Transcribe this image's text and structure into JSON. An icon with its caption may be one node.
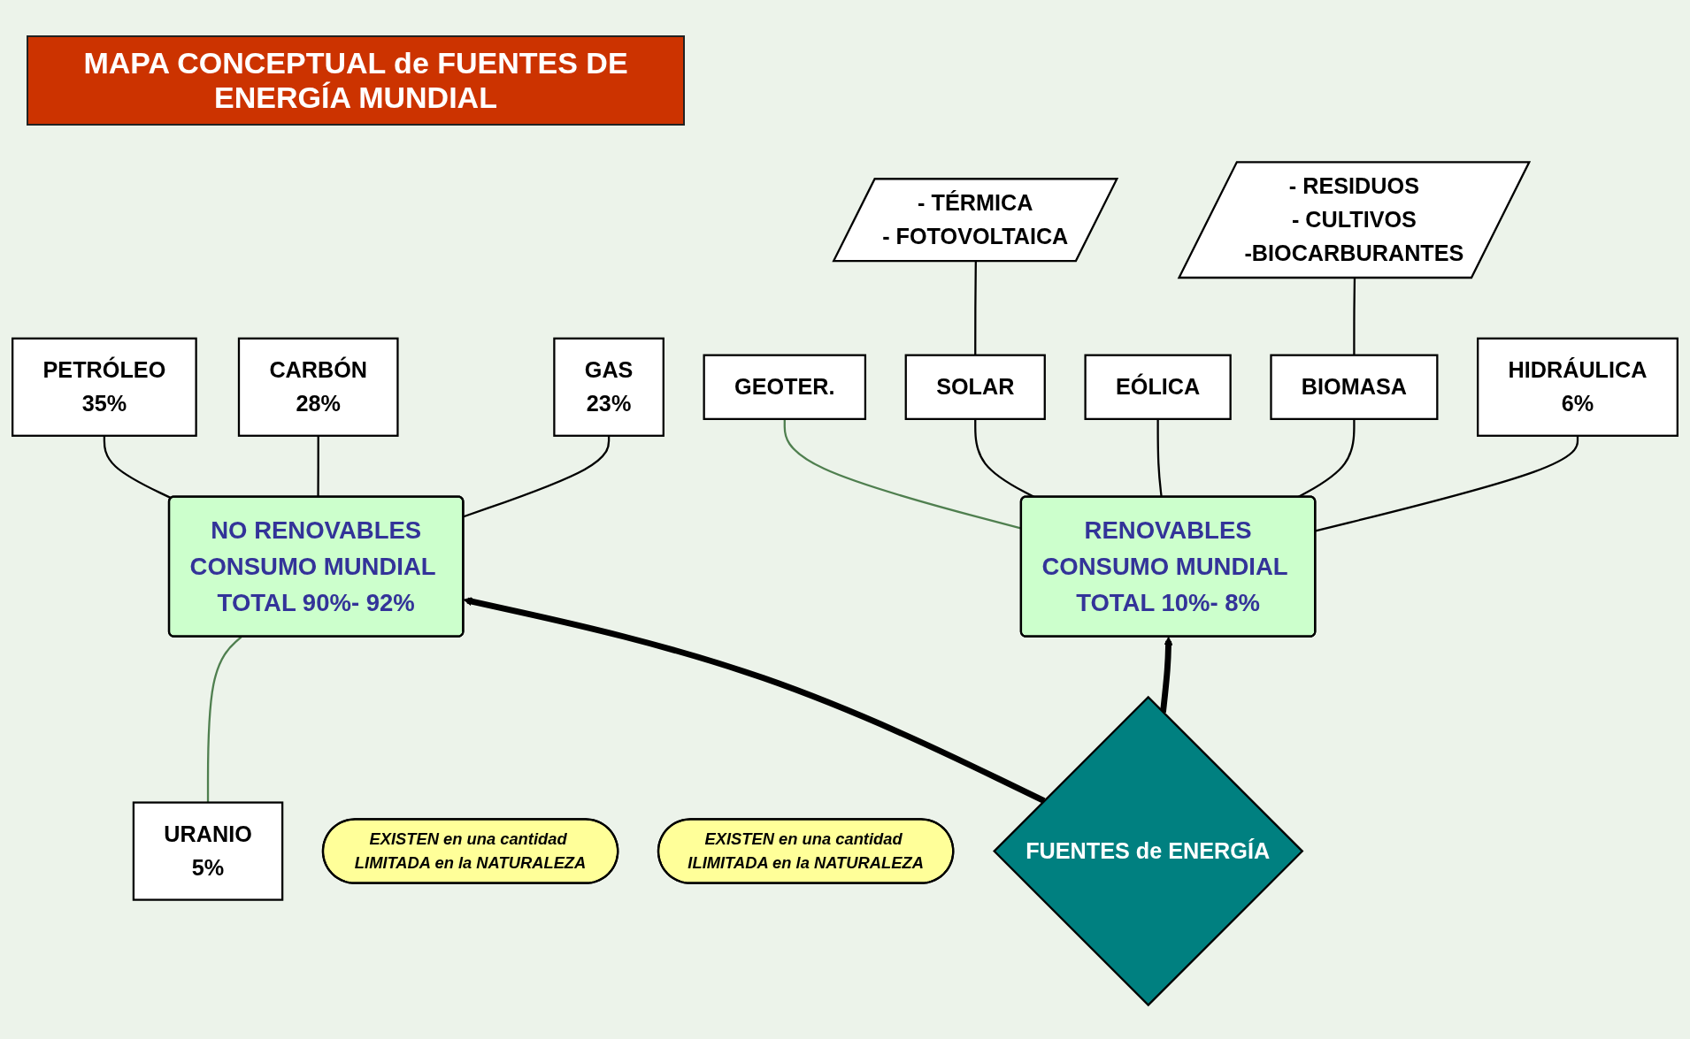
{
  "diagram": {
    "title": "MAPA CONCEPTUAL de FUENTES DE ENERGÍA MUNDIAL",
    "nodes": [
      {
        "text": [
          "PETRÓLEO",
          "35%"
        ]
      },
      {
        "text": [
          "CARBÓN",
          "28%"
        ]
      },
      {
        "text": [
          "GAS",
          "23%"
        ]
      },
      {
        "text": [
          "NO RENOVABLES",
          "CONSUMO MUNDIAL TOTAL 90%- 92%"
        ]
      },
      {
        "text": [
          "URANIO",
          "5%"
        ]
      },
      {
        "text": [
          "- TÉRMICA",
          "- FOTOVOLTAICA"
        ]
      },
      {
        "text": [
          "- RESIDUOS",
          "- CULTIVOS",
          "-BIOCARBURANTES"
        ]
      },
      {
        "text": [
          "GEOTER."
        ]
      },
      {
        "text": [
          "SOLAR"
        ]
      },
      {
        "text": [
          "EÓLICA"
        ]
      },
      {
        "text": [
          "BIOMASA"
        ]
      },
      {
        "text": [
          "HIDRÁULICA",
          "6%"
        ]
      },
      {
        "text": [
          "RENOVABLES",
          "CONSUMO MUNDIAL TOTAL 10%- 8%"
        ]
      },
      {
        "text": [
          "EXISTEN en una cantidad LIMITADA en la NATURALEZA"
        ]
      },
      {
        "text": [
          "EXISTEN en una cantidad ILIMITADA en la NATURALEZA"
        ]
      },
      {
        "text": [
          "FUENTES de ENERGÍA"
        ]
      }
    ],
    "edges": [
      {
        "from": 3,
        "to": 0,
        "arrow": "none"
      },
      {
        "from": 3,
        "to": 1,
        "arrow": "none"
      },
      {
        "from": 3,
        "to": 2,
        "arrow": "none"
      },
      {
        "from": 4,
        "to": 3,
        "arrow": "none",
        "color": "#4f7f4f"
      },
      {
        "from": 8,
        "to": 5,
        "arrow": "none"
      },
      {
        "from": 10,
        "to": 6,
        "arrow": "none"
      },
      {
        "from": 12,
        "to": 7,
        "arrow": "none",
        "color": "#4f7f4f"
      },
      {
        "from": 12,
        "to": 8,
        "arrow": "none"
      },
      {
        "from": 12,
        "to": 9,
        "arrow": "none"
      },
      {
        "from": 12,
        "to": 10,
        "arrow": "none"
      },
      {
        "from": 12,
        "to": 11,
        "arrow": "none"
      },
      {
        "from": 15,
        "to": 3,
        "arrow": "to",
        "style": "thick"
      },
      {
        "from": 15,
        "to": 12,
        "arrow": "to",
        "style": "thick"
      }
    ]
  }
}
